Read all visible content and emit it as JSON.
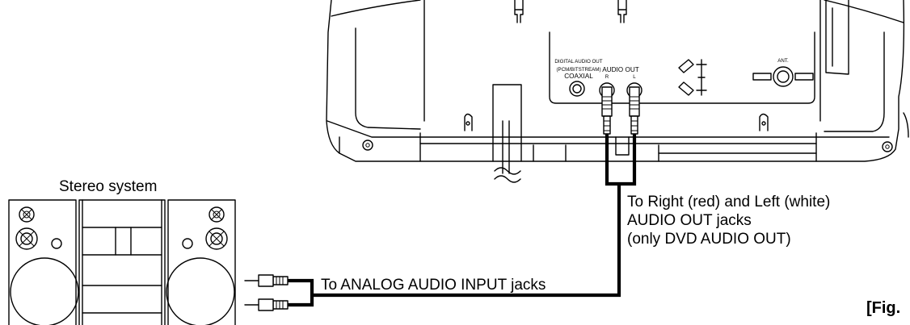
{
  "labels": {
    "stereo_system": "Stereo system",
    "to_right_left_line1": "To Right (red) and Left (white)",
    "to_right_left_line2": "AUDIO OUT jacks",
    "to_right_left_line3": "(only DVD AUDIO OUT)",
    "to_analog_input": "To ANALOG AUDIO INPUT jacks",
    "figure_ref": "[Fig."
  },
  "tv_panel": {
    "digital_audio_out_line1": "DIGITAL AUDIO OUT",
    "digital_audio_out_line2": "(PCM/BITSTREAM)",
    "coaxial": "COAXIAL",
    "audio_out": "AUDIO OUT",
    "jack_r": "R",
    "jack_l": "L",
    "antenna": "ANT."
  }
}
